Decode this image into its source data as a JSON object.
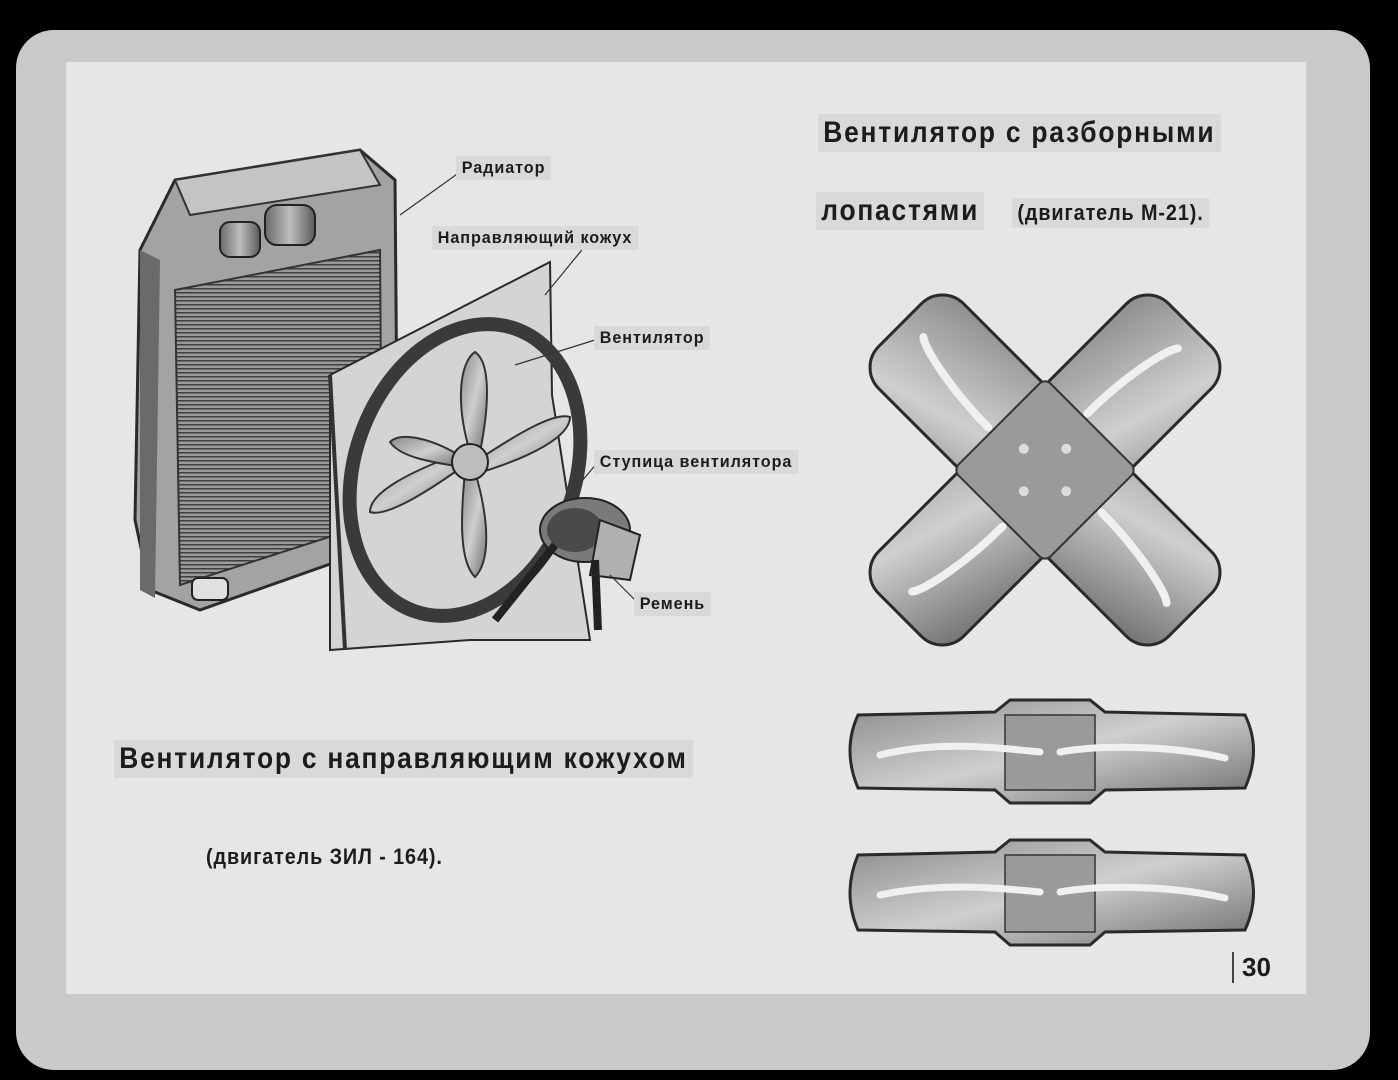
{
  "labels": {
    "radiator": "Радиатор",
    "shroud": "Направляющий кожух",
    "fan": "Вентилятор",
    "hub": "Ступица вентилятора",
    "belt": "Ремень"
  },
  "right_title": {
    "line1": "Вентилятор с разборными",
    "line2_main": "лопастями",
    "line2_note": "(двигатель М-21)."
  },
  "left_title": {
    "line1": "Вентилятор с направляющим кожухом",
    "line2": "(двигатель ЗИЛ - 164)."
  },
  "page_number": "30",
  "colors": {
    "paper": "#e6e6e4",
    "frame": "#c9c9c9",
    "ink": "#1c1c1c"
  }
}
